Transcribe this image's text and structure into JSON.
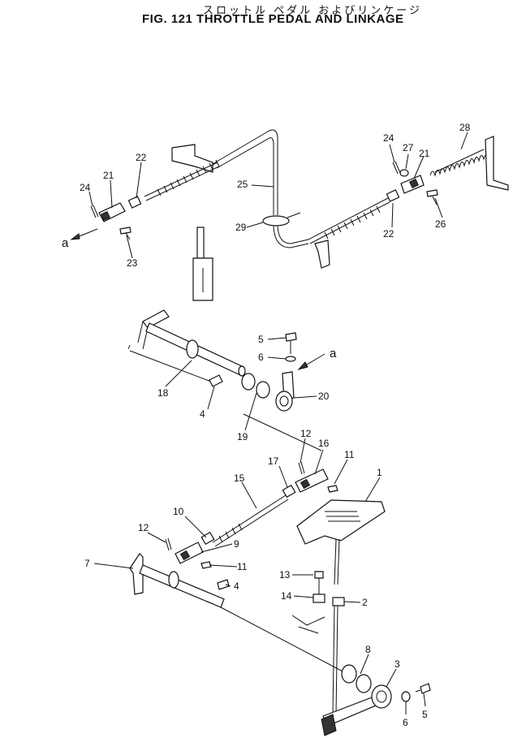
{
  "title_jp": "スロットル ペダル およびリンケージ",
  "title_en": "FIG. 121  THROTTLE PEDAL AND LINKAGE",
  "callouts": {
    "c1": "1",
    "c2": "2",
    "c3": "3",
    "c4a": "4",
    "c4b": "4",
    "c5a": "5",
    "c5b": "5",
    "c6a": "6",
    "c6b": "6",
    "c7": "7",
    "c8": "8",
    "c9": "9",
    "c10": "10",
    "c11a": "11",
    "c11b": "11",
    "c12a": "12",
    "c12b": "12",
    "c13": "13",
    "c14": "14",
    "c15": "15",
    "c16": "16",
    "c17": "17",
    "c18": "18",
    "c19": "19",
    "c20": "20",
    "c21a": "21",
    "c21b": "21",
    "c22a": "22",
    "c22b": "22",
    "c23": "23",
    "c24a": "24",
    "c24b": "24",
    "c25": "25",
    "c26": "26",
    "c27": "27",
    "c28": "28",
    "c29": "29",
    "a_left": "a",
    "a_mid": "a"
  }
}
